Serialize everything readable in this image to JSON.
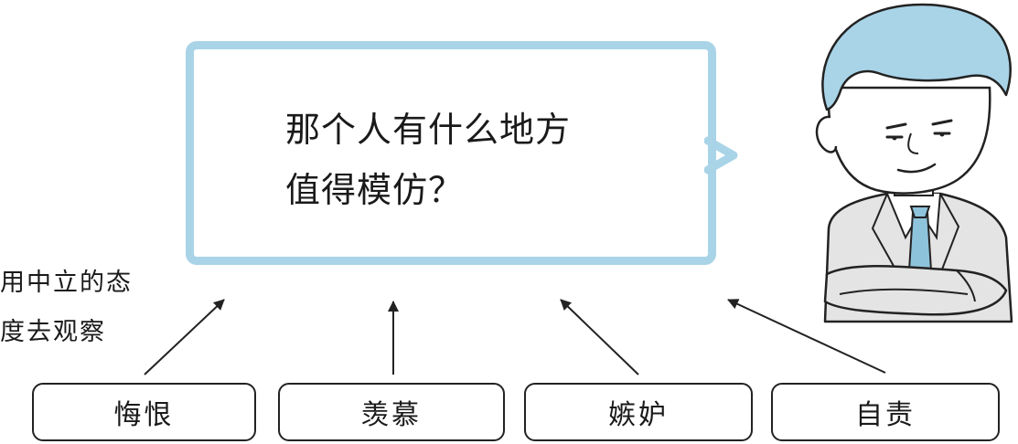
{
  "bubble": {
    "text": "那个人有什么地方\n值得模仿？"
  },
  "side_note": "用中立的态\n度去观察",
  "emotions": [
    {
      "label": "悔恨"
    },
    {
      "label": "羡慕"
    },
    {
      "label": "嫉妒"
    },
    {
      "label": "自责"
    }
  ],
  "colors": {
    "bubble_border": "#a9d4e8",
    "hair": "#a9d4e8",
    "suit": "#e4e4e4",
    "tie": "#8ec3dc",
    "skin": "#ffffff",
    "line": "#222222"
  }
}
